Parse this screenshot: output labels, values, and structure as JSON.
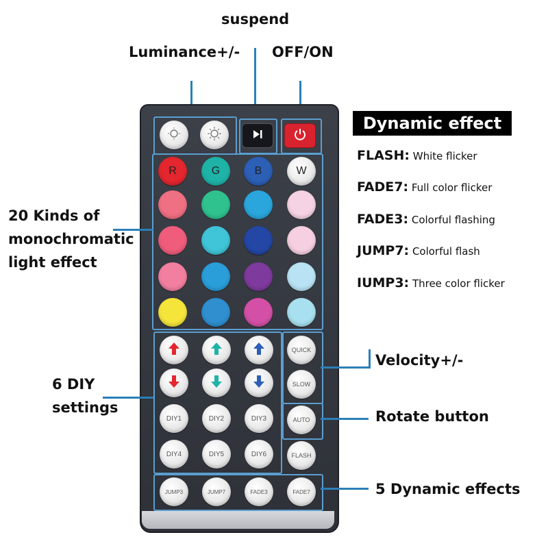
{
  "labels": {
    "suspend": "suspend",
    "luminance": "Luminance+/-",
    "off_on": "OFF/ON",
    "monochrome_l1": "20 Kinds of",
    "monochrome_l2": "monochromatic",
    "monochrome_l3": "light effect",
    "diy_l1": "6 DIY",
    "diy_l2": "settings",
    "velocity": "Velocity+/-",
    "rotate": "Rotate button",
    "dynamic5": "5 Dynamic effects"
  },
  "dynamic_effect": {
    "title": "Dynamic effect",
    "items": [
      {
        "key": "FLASH:",
        "desc": "White flicker"
      },
      {
        "key": "FADE7:",
        "desc": "Full color flicker"
      },
      {
        "key": "FADE3:",
        "desc": "Colorful flashing"
      },
      {
        "key": "JUMP7:",
        "desc": "Colorful flash"
      },
      {
        "key": "IUMP3:",
        "desc": "Three color flicker"
      }
    ]
  },
  "remote": {
    "top_buttons": [
      {
        "name": "brightness-down",
        "icon": "sun-dim-icon"
      },
      {
        "name": "brightness-up",
        "icon": "sun-bright-icon"
      },
      {
        "name": "play-pause",
        "icon": "play-pause-icon",
        "color": "#1a1c22"
      },
      {
        "name": "power",
        "icon": "power-icon",
        "color": "#d9232f"
      }
    ],
    "rgbw": [
      "R",
      "G",
      "B",
      "W"
    ],
    "rgbw_colors": [
      "#e4262e",
      "#1fb3a8",
      "#2c5fb6",
      "#f4f4f4"
    ],
    "color_grid": [
      [
        "#ee7082",
        "#2fc28e",
        "#2aa6dd",
        "#f6d3e4"
      ],
      [
        "#ef5c7c",
        "#3fc4d8",
        "#2447a6",
        "#f6cfe0"
      ],
      [
        "#f27fa0",
        "#2a9ed9",
        "#7e3a9c",
        "#b9e3f4"
      ],
      [
        "#f5e53a",
        "#2f8fcf",
        "#d450a6",
        "#a8e0f0"
      ]
    ],
    "arrows_up_colors": [
      "#e4262e",
      "#1fb3a8",
      "#2c5fb6"
    ],
    "arrows_down_colors": [
      "#e4262e",
      "#1fb3a8",
      "#2c5fb6"
    ],
    "diy": [
      "DIY1",
      "DIY2",
      "DIY3",
      "DIY4",
      "DIY5",
      "DIY6"
    ],
    "quick": "QUICK",
    "slow": "SLOW",
    "auto": "AUTO",
    "flash": "FLASH",
    "bottom": [
      "JUMP3",
      "JUMP7",
      "FADE3",
      "FADE7"
    ]
  }
}
